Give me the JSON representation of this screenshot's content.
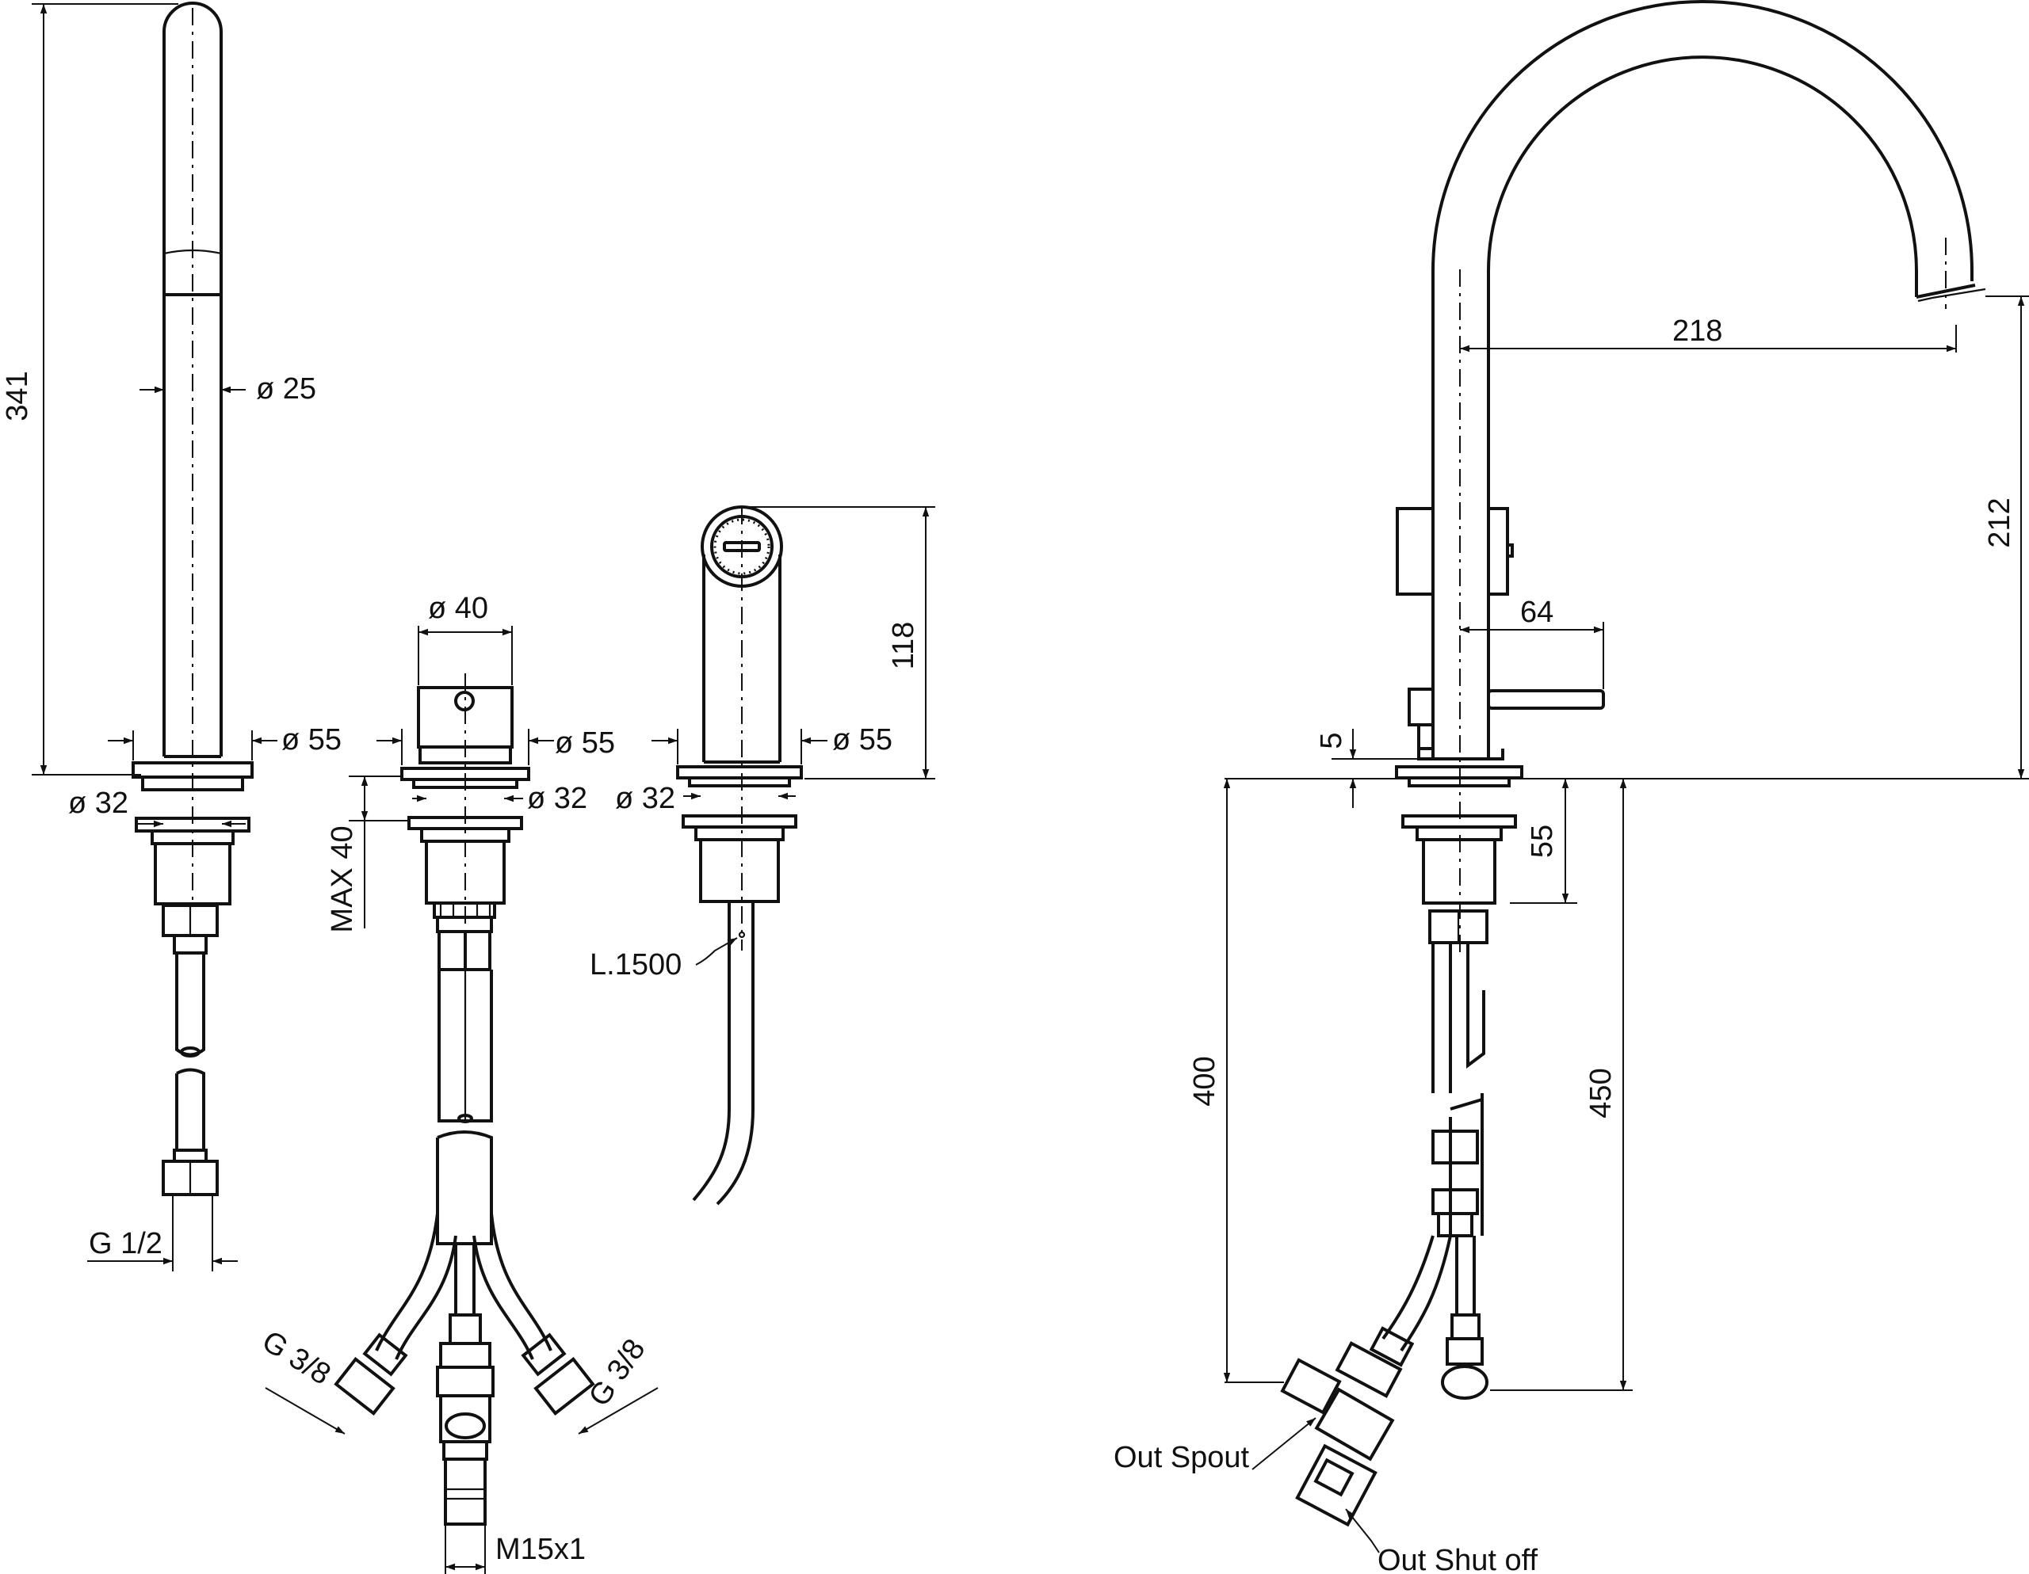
{
  "dimensions": {
    "d341": "341",
    "d25": "ø 25",
    "d55_a": "ø 55",
    "d32_a": "ø 32",
    "g12": "G 1/2",
    "d40": "ø 40",
    "d55_b": "ø 55",
    "d32_b": "ø 32",
    "max40": "MAX 40",
    "g38_l": "G 3/8",
    "g38_r": "G 3/8",
    "m15": "M15x1",
    "d118": "118",
    "d55_c": "ø 55",
    "d32_c": "ø 32",
    "l1500": "L.1500",
    "d218": "218",
    "d212": "212",
    "d64": "64",
    "d5": "5",
    "d55_h": "55",
    "d400": "400",
    "d450": "450"
  },
  "labels": {
    "out_spout": "Out Spout",
    "out_shutoff": "Out Shut off"
  }
}
